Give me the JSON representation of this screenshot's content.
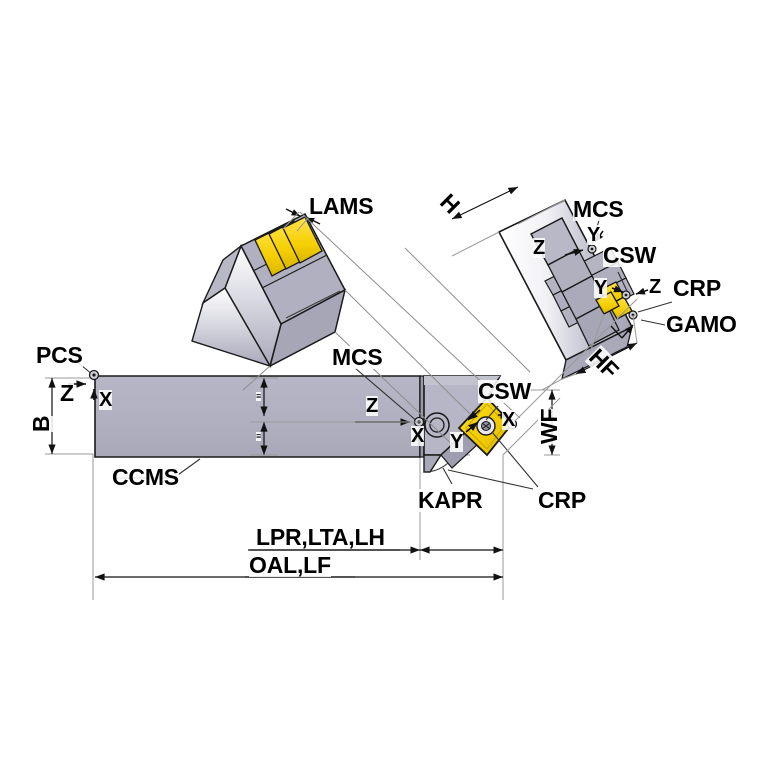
{
  "diagram": {
    "title": "Turning tool holder dimension diagram",
    "subject": "External turning toolholder with rhombic indexable insert",
    "background_color": "#ffffff",
    "colors": {
      "shank_body": "#b2b2c2",
      "shank_body_light": "#c5c5d2",
      "shank_body_dark": "#9a9aab",
      "insert_yellow": "#f5cf00",
      "insert_yellow_dark": "#d6b200",
      "insert_yellow_light": "#ffe24d",
      "outline": "#1a1a1a",
      "dimension_line": "#808080",
      "leader_line": "#555555",
      "text": "#000000"
    }
  },
  "views": {
    "main": {
      "name": "main-side-view",
      "description": "Side elevation of toolholder showing shank and insert"
    },
    "inset_top_left": {
      "name": "lams-detail-view",
      "description": "Rotated detail of cutting head showing insert seat and LAMS"
    },
    "inset_top_right": {
      "name": "head-end-view",
      "description": "Rotated end view of head showing H, HF, GAMO"
    }
  },
  "labels": {
    "pcs": "PCS",
    "lams": "LAMS",
    "mcs_main": "MCS",
    "mcs_inset": "MCS",
    "ccms": "CCMS",
    "kapr": "KAPR",
    "crp_main": "CRP",
    "crp_inset": "CRP",
    "csw_main": "CSW",
    "csw_inset": "CSW",
    "gamo": "GAMO",
    "b": "B",
    "h": "H",
    "hf": "HF",
    "wf": "WF",
    "lpr": "LPR,LTA,LH",
    "oal": "OAL,LF"
  },
  "axes": {
    "main_origin_z": "Z",
    "main_origin_x": "X",
    "mcs_z": "Z",
    "mcs_x": "X",
    "insert_x": "X",
    "insert_y": "Y",
    "inset_right_z": "Z",
    "inset_right_y_mcs": "Y",
    "inset_right_y_csw": "Y",
    "inset_right_z_crp": "Z"
  },
  "small_dimension_ticks": {
    "upper": "≡",
    "lower": "≡"
  },
  "icons": {
    "insert_screw": "screw-icon",
    "shim_screw": "shim-screw-icon",
    "origin_point": "origin-point-icon"
  }
}
